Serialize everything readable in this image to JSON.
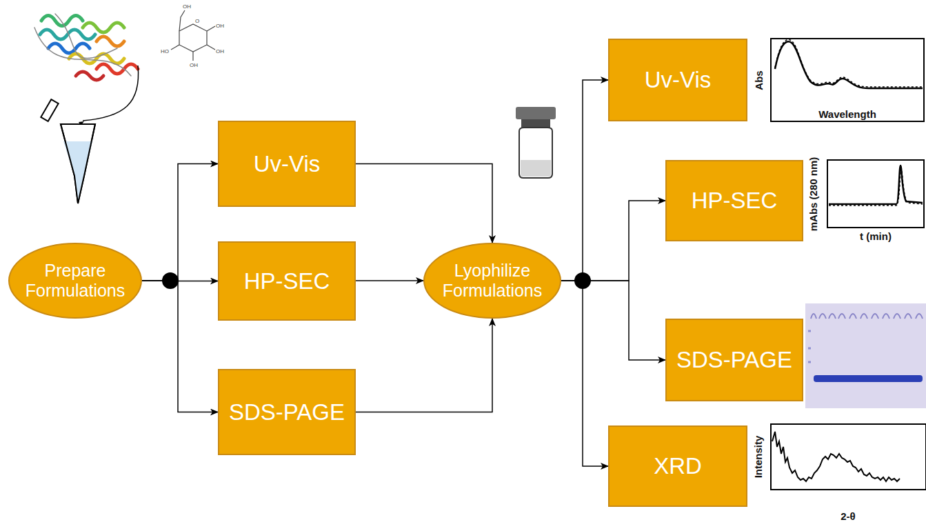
{
  "diagram": {
    "nodes": [
      {
        "text": [
          "Prepare Formulations"
        ]
      },
      {
        "text": [
          "Uv-Vis"
        ]
      },
      {
        "text": [
          "HP-SEC"
        ]
      },
      {
        "text": [
          "SDS-PAGE"
        ]
      },
      {
        "text": [
          "Lyophilize Formulations"
        ]
      },
      {
        "text": [
          "Uv-Vis"
        ]
      },
      {
        "text": [
          "HP-SEC"
        ]
      },
      {
        "text": [
          "SDS-PAGE"
        ]
      },
      {
        "text": [
          "XRD"
        ]
      }
    ],
    "edges": [
      {
        "from": 0,
        "to": 1,
        "arrow": "to"
      },
      {
        "from": 0,
        "to": 2,
        "arrow": "to"
      },
      {
        "from": 0,
        "to": 3,
        "arrow": "to"
      },
      {
        "from": 1,
        "to": 4,
        "arrow": "to"
      },
      {
        "from": 2,
        "to": 4,
        "arrow": "to"
      },
      {
        "from": 3,
        "to": 4,
        "arrow": "to"
      },
      {
        "from": 4,
        "to": 5,
        "arrow": "to"
      },
      {
        "from": 4,
        "to": 6,
        "arrow": "to"
      },
      {
        "from": 4,
        "to": 7,
        "arrow": "to"
      },
      {
        "from": 4,
        "to": 8,
        "arrow": "to"
      }
    ],
    "labels": [
      "Abs",
      "Wavelength",
      "mAbs (280 nm)",
      "t (min)",
      "Intensity",
      "2-θ"
    ]
  }
}
